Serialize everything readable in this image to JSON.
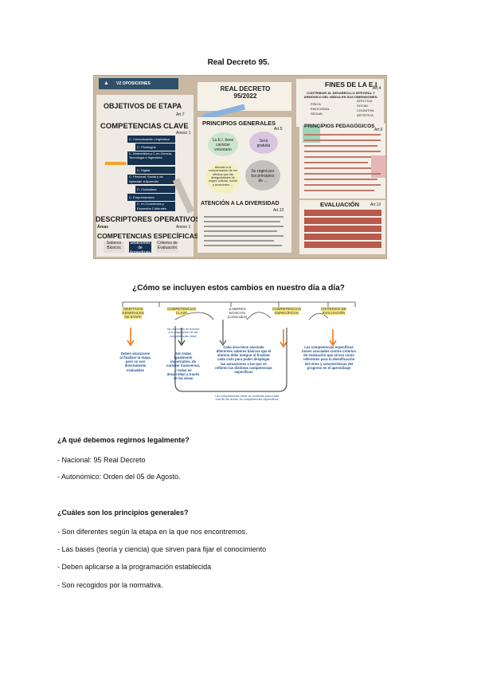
{
  "page_title": "Real Decreto 95.",
  "infographic": {
    "logo": "VZ OPOSICIONES",
    "rd_title": "REAL DECRETO\n95/2022",
    "objetivos": "OBJETIVOS DE ETAPA",
    "art7": "Art.7",
    "competencias_clave": "COMPETENCIAS CLAVE",
    "anexo1": "Anexo 1",
    "ck_items": [
      "C. Comunicación Lingüística",
      "C. Plurilingüe",
      "C. Matemática y C en Ciencia, Tecnología e Ingeniería",
      "C. Digital",
      "C. Personal, Social y de Aprender a Aprender",
      "C. Ciudadana",
      "C. Emprendedora",
      "C. en Conciencia y Expresión Culturales"
    ],
    "descriptores": "DESCRIPTORES OPERATIVOS",
    "anexo1b": "Anexo 1",
    "areas": "Áreas",
    "competencias_especificas": "COMPETENCIAS ESPECÍFICAS",
    "ce_items": [
      "Saberes Básicos",
      "Situaciones de Aprendizaje",
      "Criterios de Evaluación"
    ],
    "principios_generales": "PRINCIPIOS GENERALES",
    "art5": "Art.5",
    "pg_blobs": [
      "La E.I. tiene carácter voluntario",
      "Será gratuita",
      "Atender a la compensación de los efectos que las desigualdades de origen cultural, social y económico ...",
      "Se regirá por los principios de ..."
    ],
    "atencion": "ATENCIÓN A LA DIVERSIDAD",
    "art13": "Art.13",
    "fines": "FINES DE LA E.I",
    "art4": "Art.4",
    "fines_text": "CONTRIBUIR AL DESARROLLO INTEGRAL Y ARMÓNICO DEL NIÑO/A EN SUS DIMENSIONES:",
    "dims": [
      "FÍSICA",
      "EMOCIONAL",
      "SEXUAL",
      "AFECTIVA",
      "SOCIAL",
      "COGNITIVA",
      "ARTÍSTICA"
    ],
    "principios_pedagogicos": "PRINCIPIOS PEDAGÓGICOS",
    "art6": "Art.6",
    "evaluacion": "EVALUACIÓN",
    "art12": "Art.12"
  },
  "diagram": {
    "title": "¿Cómo se incluyen estos cambios en nuestro día a día?",
    "nodes": [
      "OBJETIVOS GENERALES DE ETAPA",
      "COMPETENCIAS CLAVE",
      "SABERES BÁSICOS (contenidos)",
      "COMPETENCIAS ESPECÍFICAS",
      "CRITERIOS DE EVALUACIÓN"
    ],
    "note_top": "Se concretan en función a la adquisición de las competencias clave",
    "desc_obj": "Deben alcanzarse al finalizar la etapa, pero no son directamente evaluables",
    "desc_ck": "Son todas igualmente importantes, de carácter transversal, y todas se desarrollan a través de las áreas",
    "desc_saberes": "Cada área tiene asociada diferentes saberes básicos que el alumno debe integrar al finalizar cada ciclo para poder desplegar las actuaciones a las que se refieren las distintas competencias específicas",
    "desc_crit": "Las competencias específicas tienen asociadas ciertos criterios de evaluación que sirven como referentes para la identificación del ritmo y características del progreso en el aprendizaje",
    "note_bottom": "Las competencias clave se conectan para cada una de las áreas, en competencias específicas"
  },
  "sections": [
    {
      "question": "¿A qué debemos regirnos legalmente?",
      "items": [
        "- Nacional: 95 Real Decreto",
        "- Autonómico: Orden del 05 de Agosto."
      ]
    },
    {
      "question": "¿Cuáles son los principios generales?",
      "items": [
        "- Son diferentes según la etapa en la que nos encontremos.",
        "- Las bases (teoría y ciencia) que sirven para fijar el conocimiento",
        "- Deben aplicarse a la programación establecida",
        "- Son recogidos por la normativa."
      ]
    }
  ]
}
